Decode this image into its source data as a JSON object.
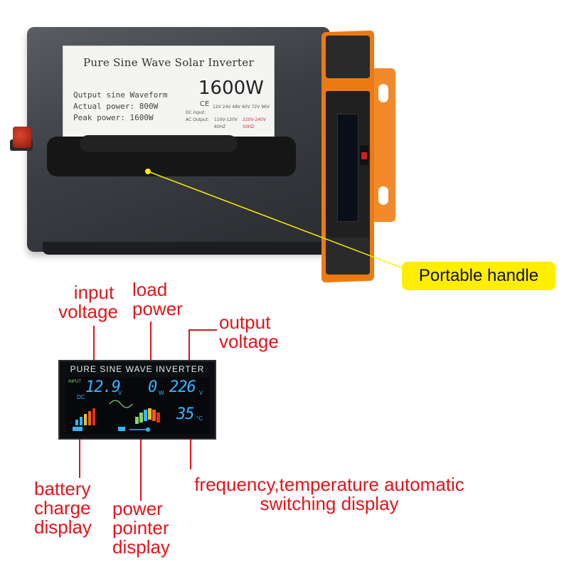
{
  "label": {
    "title": "Pure Sine Wave Solar Inverter",
    "rating": "1600W",
    "line1": "Qutput sine Waveform",
    "line2": "Actual power: 800W",
    "line3": "Peak  power: 1600W",
    "ce": "CE",
    "dc_input": "DC Input:",
    "ac_output": "AC Output:",
    "dc_options": "12V 24V 48V 60V 72V 96V",
    "ac_options1": "110V-120V",
    "ac_options2": "220V-240V",
    "freq1": "60HZ",
    "freq2": "50HZ"
  },
  "callout": {
    "text": "Portable handle"
  },
  "lcd": {
    "title": "PURE SINE WAVE INVERTER",
    "input_label": "INPUT",
    "dc_label": "DC",
    "input_value": "12.9",
    "input_unit": "V",
    "load_value": "0",
    "load_unit": "W",
    "output_value": "226",
    "output_unit": "V",
    "temp_value": "35",
    "temp_unit": "°C"
  },
  "annotations": {
    "input_voltage": [
      "input",
      "voltage"
    ],
    "load_power": [
      "load",
      "power"
    ],
    "output_voltage": [
      "output",
      "voltage"
    ],
    "battery_charge": [
      "battery",
      "charge",
      "display"
    ],
    "power_pointer": [
      "power",
      "pointer",
      "display"
    ],
    "freq_temp": [
      "frequency,temperature automatic",
      "switching display"
    ]
  },
  "colors": {
    "annotation_red": "#e3141b",
    "callout_yellow": "#ffee00",
    "panel_orange": "#ec7a12",
    "lcd_blue": "#35b6ff"
  }
}
